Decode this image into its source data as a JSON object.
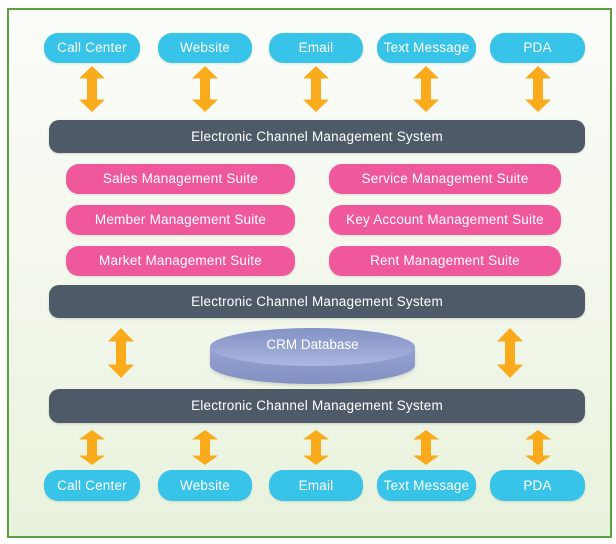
{
  "channels_top": [
    "Call Center",
    "Website",
    "Email",
    "Text Message",
    "PDA"
  ],
  "channels_bottom": [
    "Call Center",
    "Website",
    "Email",
    "Text Message",
    "PDA"
  ],
  "bars": [
    "Electronic Channel Management System",
    "Electronic Channel Management System",
    "Electronic Channel Management System"
  ],
  "suites_left": [
    "Sales Management Suite",
    "Member Management Suite",
    "Market Management Suite"
  ],
  "suites_right": [
    "Service Management Suite",
    "Key Account Management Suite",
    "Rent Management Suite"
  ],
  "database": {
    "label": "CRM Database"
  },
  "colors": {
    "channel": "#38c3e8",
    "suite": "#f0589c",
    "bar": "#4e5a68",
    "arrow": "#faab1b",
    "border": "#5da03f",
    "cylinder": "#8f9cce"
  }
}
